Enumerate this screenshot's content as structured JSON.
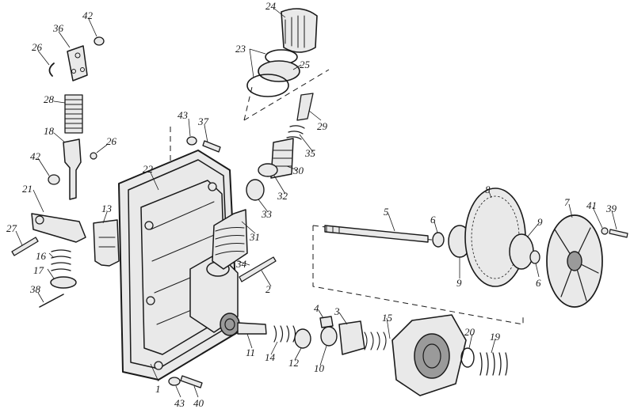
{
  "labels": {
    "p1": "1",
    "p2": "2",
    "p3": "3",
    "p4": "4",
    "p5": "5",
    "p6a": "6",
    "p6b": "6",
    "p7": "7",
    "p8": "8",
    "p9a": "9",
    "p9b": "9",
    "p10": "10",
    "p11": "11",
    "p12": "12",
    "p13": "13",
    "p14": "14",
    "p15": "15",
    "p16": "16",
    "p17": "17",
    "p18": "18",
    "p19": "19",
    "p20": "20",
    "p21": "21",
    "p22": "22",
    "p23": "23",
    "p24": "24",
    "p25": "25",
    "p26a": "26",
    "p26b": "26",
    "p27": "27",
    "p28": "28",
    "p29": "29",
    "p30": "30",
    "p31": "31",
    "p32": "32",
    "p33": "33",
    "p34": "34",
    "p35": "35",
    "p36": "36",
    "p37": "37",
    "p38": "38",
    "p39": "39",
    "p40": "40",
    "p41": "41",
    "p42a": "42",
    "p42b": "42",
    "p43a": "43",
    "p43b": "43"
  }
}
